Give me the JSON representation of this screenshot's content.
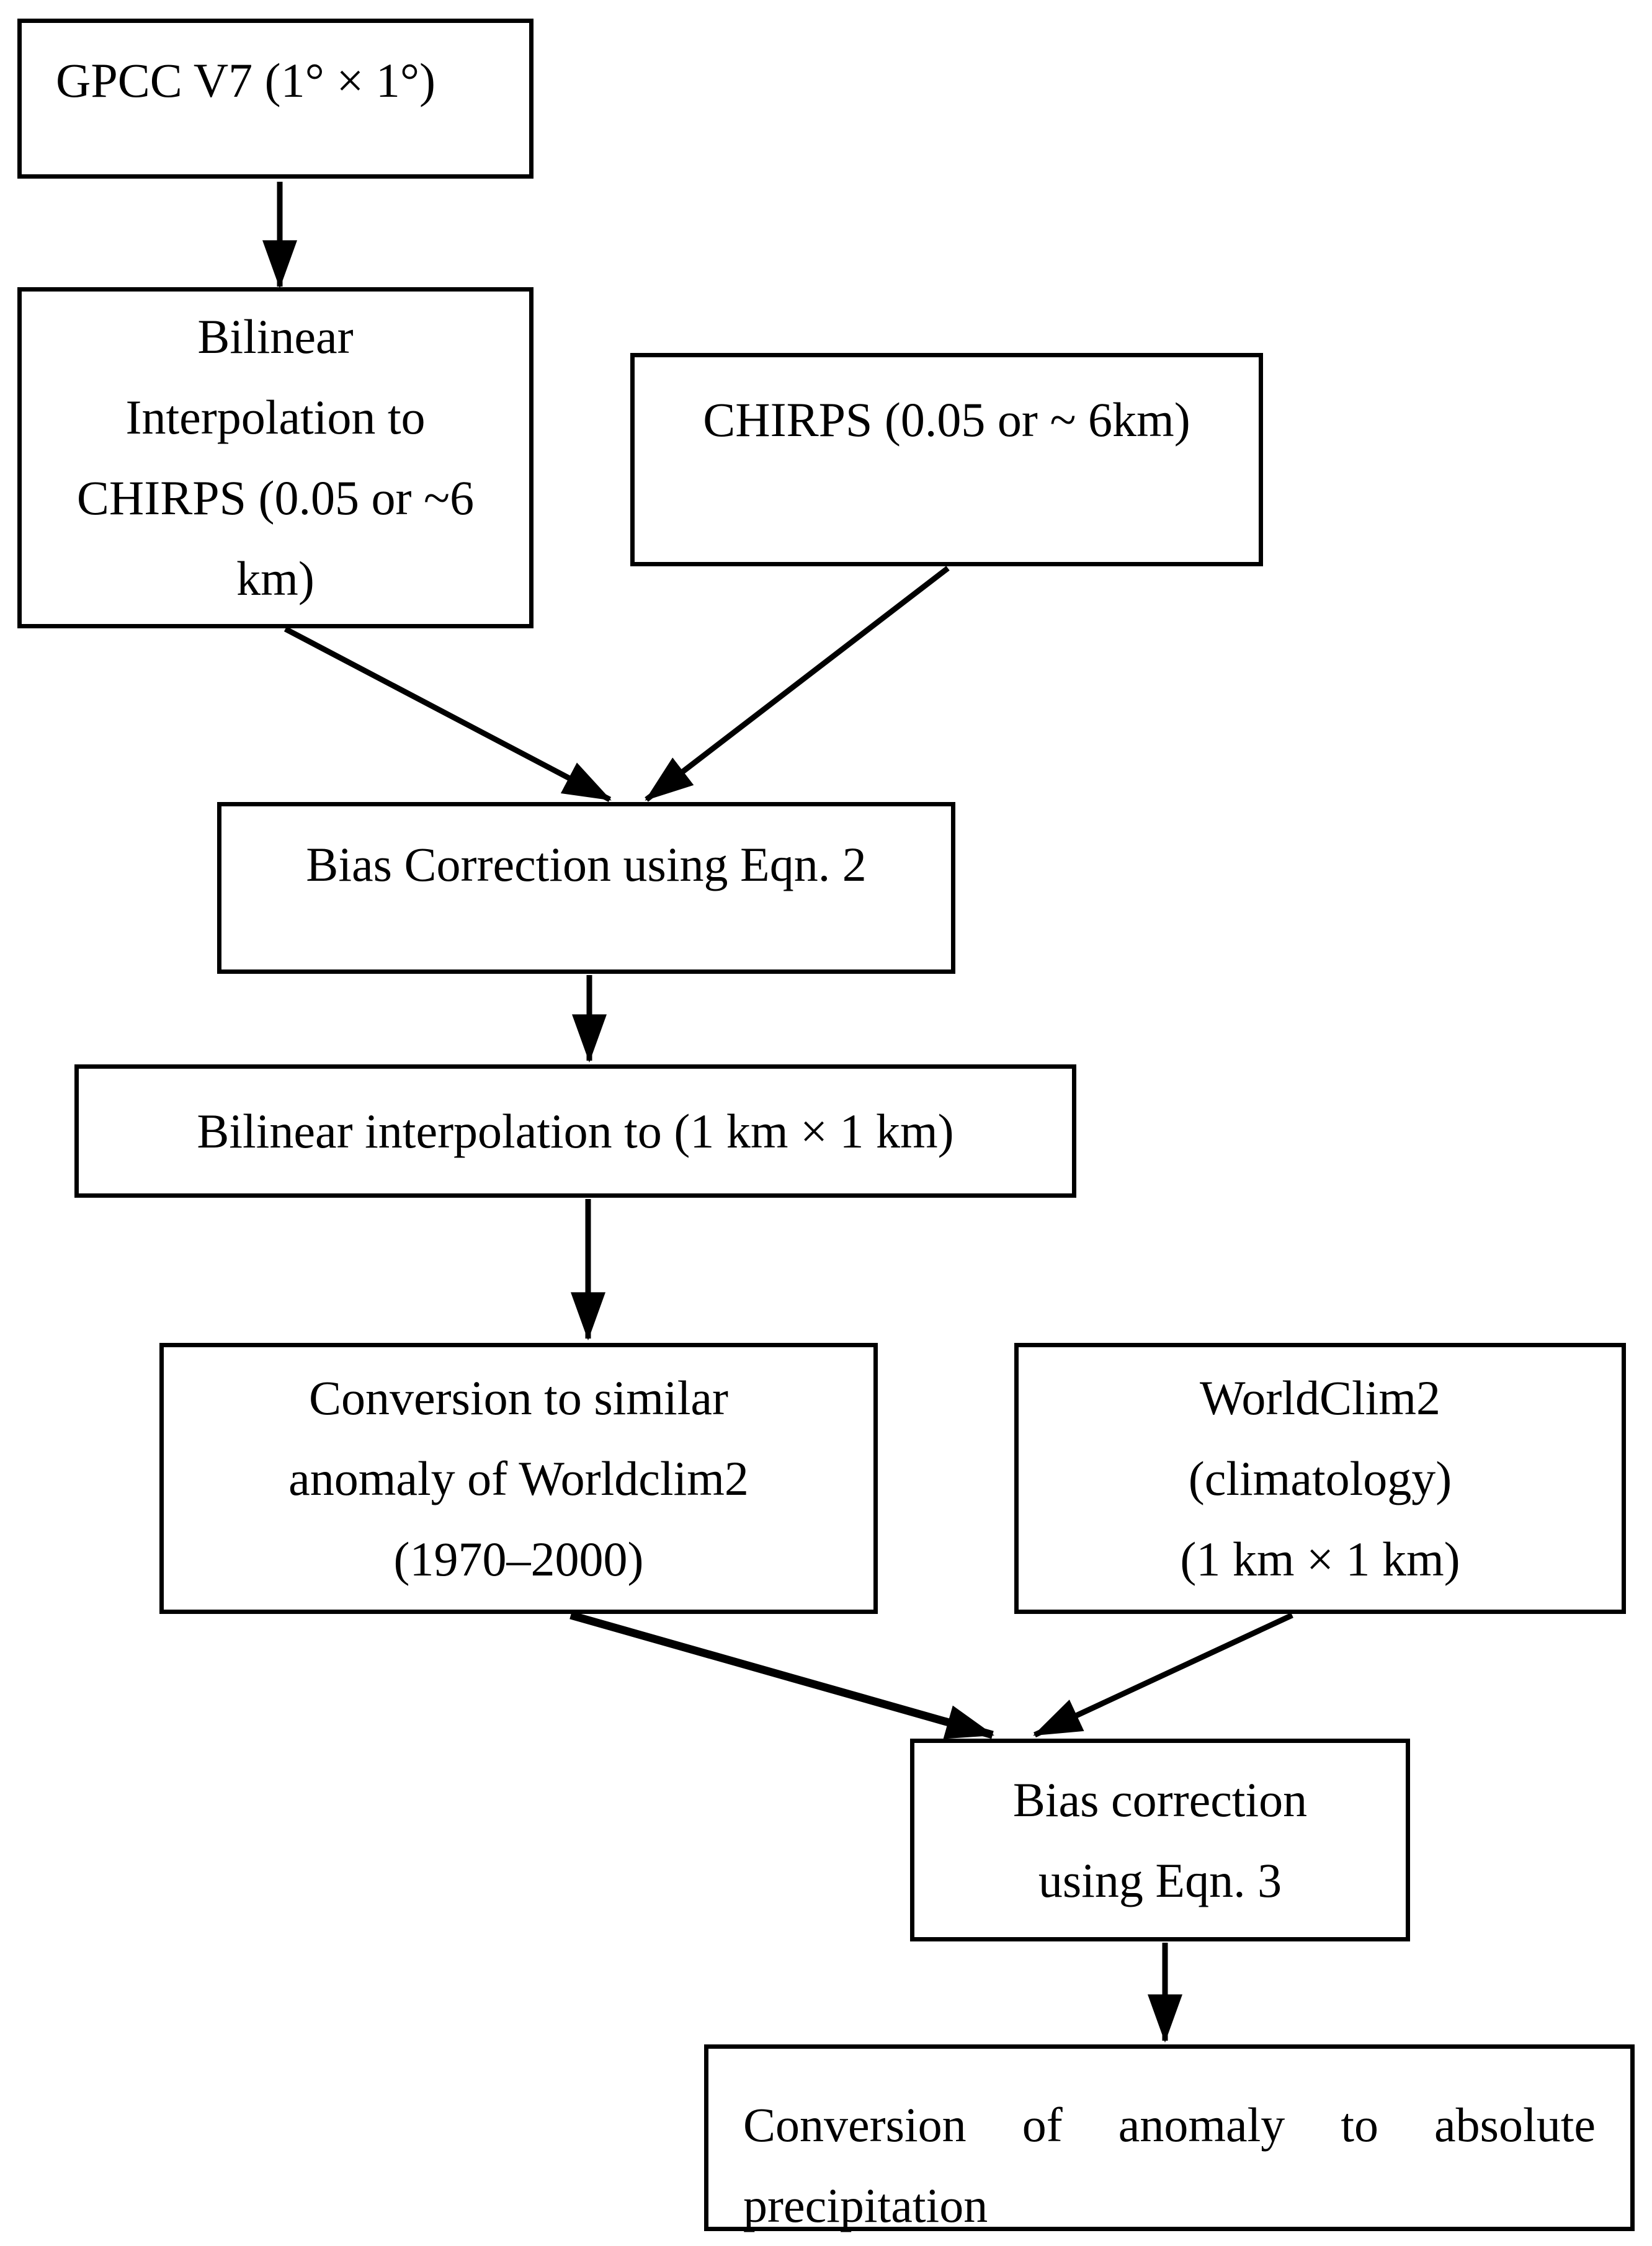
{
  "diagram": {
    "title": "Precipitation downscaling and bias-correction flowchart",
    "background_color": "#ffffff",
    "line_color": "#000000",
    "nodes": [
      {
        "id": "gpcc",
        "label": "GPCC V7 (1° × 1°)"
      },
      {
        "id": "bilinear-chirps",
        "label": "Bilinear\nInterpolation to\nCHIRPS (0.05 or ~6\nkm)"
      },
      {
        "id": "chirps",
        "label": "CHIRPS (0.05 or ~ 6km)"
      },
      {
        "id": "bias-eqn2",
        "label": "Bias Correction using Eqn. 2"
      },
      {
        "id": "bilinear-1km",
        "label": "Bilinear interpolation to (1 km × 1 km)"
      },
      {
        "id": "conv-anomaly",
        "label": "Conversion to similar\nanomaly of Worldclim2\n(1970–2000)"
      },
      {
        "id": "worldclim2",
        "label": "WorldClim2\n(climatology)\n(1 km × 1 km)"
      },
      {
        "id": "bias-eqn3",
        "label": "Bias correction\nusing Eqn. 3"
      },
      {
        "id": "conv-absolute",
        "label": "Conversion of anomaly to absolute precipitation"
      }
    ],
    "edges": [
      {
        "from": "gpcc",
        "to": "bilinear-chirps"
      },
      {
        "from": "bilinear-chirps",
        "to": "bias-eqn2"
      },
      {
        "from": "chirps",
        "to": "bias-eqn2"
      },
      {
        "from": "bias-eqn2",
        "to": "bilinear-1km"
      },
      {
        "from": "bilinear-1km",
        "to": "conv-anomaly"
      },
      {
        "from": "conv-anomaly",
        "to": "bias-eqn3"
      },
      {
        "from": "worldclim2",
        "to": "bias-eqn3"
      },
      {
        "from": "bias-eqn3",
        "to": "conv-absolute"
      }
    ]
  }
}
